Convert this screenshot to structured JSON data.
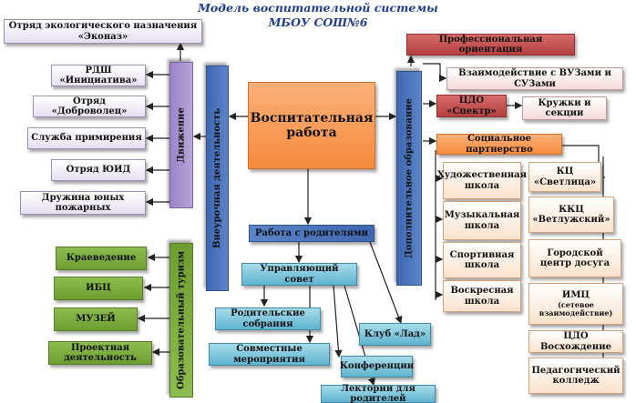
{
  "title_line1": "Модель воспитательной системы",
  "title_line2": "МБОУ СОШ№6",
  "center": "Воспитательная работа",
  "left_column": {
    "top": "Отряд экологического назначения «Эконаз»",
    "movement": "Движение",
    "movement_items": [
      "РДШ «Инициатива»",
      "Отряд «Доброволец»",
      "Служба примирения",
      "Отряд ЮИД",
      "Дружина юных пожарных"
    ],
    "tourism": "Образовательный туризм",
    "tourism_items": [
      "Краеведение",
      "ИБЦ",
      "МУЗЕЙ",
      "Проектная деятельность"
    ]
  },
  "extracurricular": "Внеурочная деятельность",
  "additional_education": "Дополнительное образование",
  "parents": {
    "title": "Работа с родителями",
    "council": "Управляющий совет",
    "items": [
      "Родительские собрания",
      "Совместные мероприятия",
      "Клуб «Лад»",
      "Конференции",
      "Лектории для родителей"
    ]
  },
  "right_column": {
    "career": "Профессиональная ориентация",
    "universities": "Взаимодействие с ВУЗами и СУЗами",
    "cdo_spectr": "ЦДО «Спектр»",
    "clubs": "Кружки и секции",
    "social": "Социальное партнерство",
    "schools": [
      "Художественная школа",
      "Музыкальная школа",
      "Спортивная школа",
      "Воскресная школа"
    ],
    "partners": [
      "КЦ «Светлица»",
      "ККЦ «Ветлужский»",
      "Городской центр досуга",
      "ИМЦ",
      "ЦДО Восхождение",
      "Педагогический колледж"
    ],
    "imc_note": "(сетевое взаимодействие)"
  }
}
